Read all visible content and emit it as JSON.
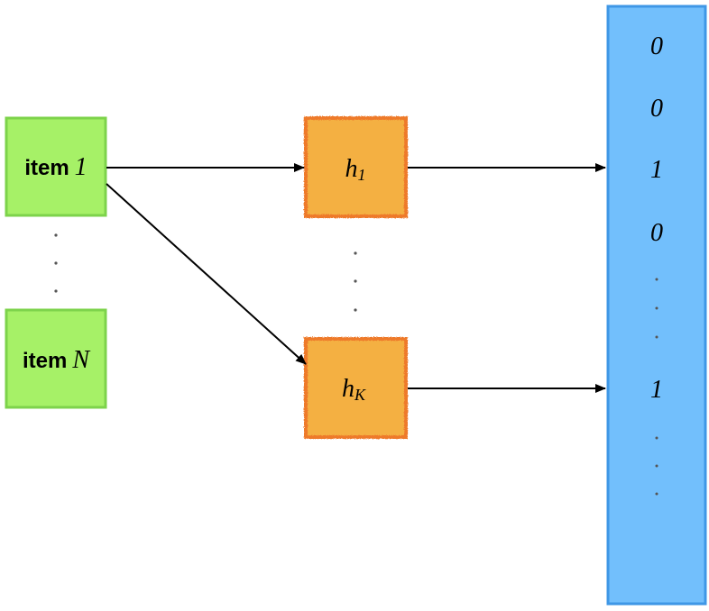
{
  "items": [
    {
      "prefix": "item",
      "index": "1"
    },
    {
      "prefix": "item",
      "index": "N"
    }
  ],
  "hashes": [
    {
      "base": "h",
      "sub": "1"
    },
    {
      "base": "h",
      "sub": "K"
    }
  ],
  "vector_bits": [
    "0",
    "0",
    "1",
    "0",
    "1"
  ],
  "colors": {
    "item_fill": "#a6f167",
    "item_stroke": "#7dd34b",
    "hash_fill": "#f4b043",
    "hash_stroke": "#ee7a2a",
    "vector_fill": "#72bffc",
    "vector_stroke": "#3f97e6",
    "arrow": "#000000"
  }
}
